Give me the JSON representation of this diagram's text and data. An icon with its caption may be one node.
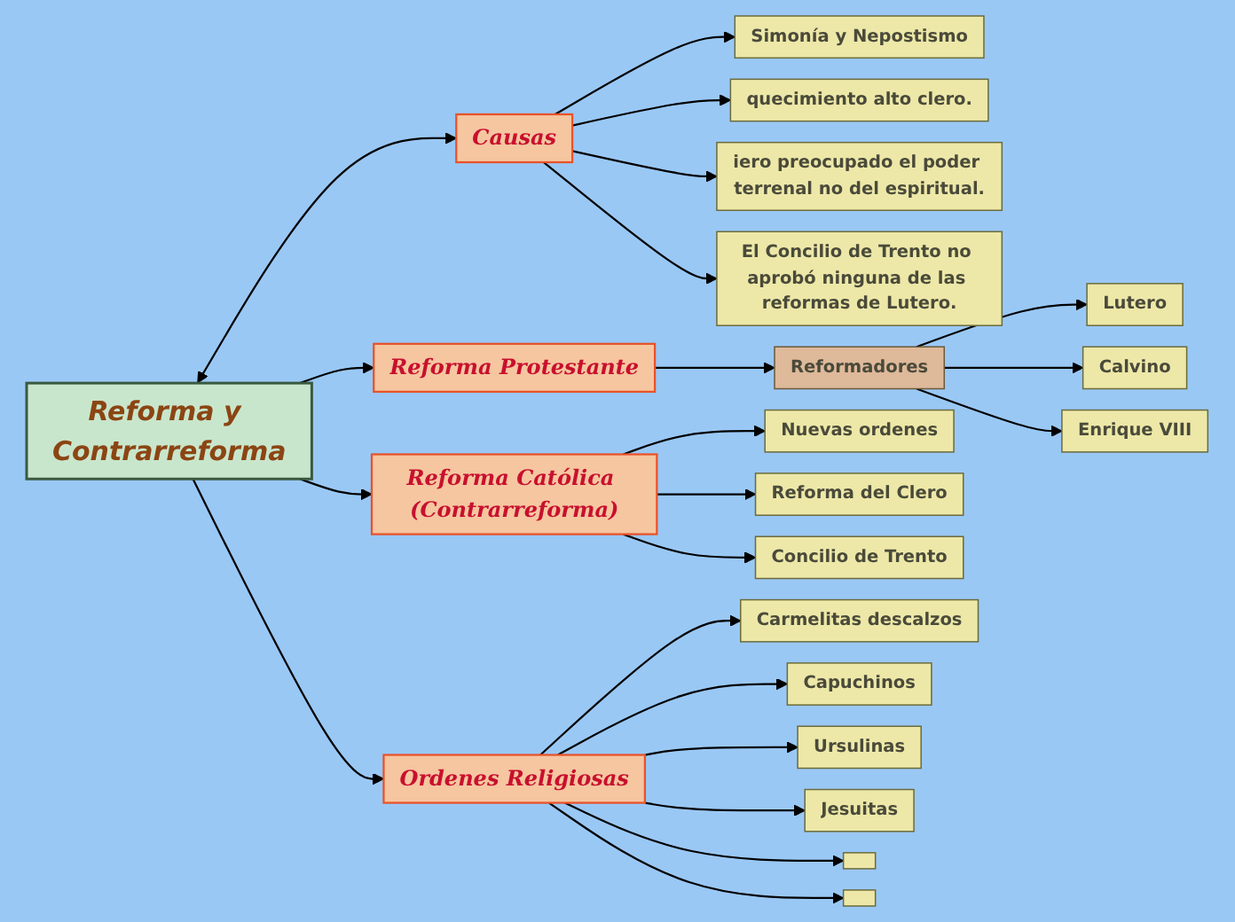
{
  "diagram": {
    "nodes": [
      {
        "text": [
          "Reforma y Contrarreforma"
        ]
      },
      {
        "text": [
          "Causas"
        ]
      },
      {
        "text": [
          "Simonía y Nepostismo"
        ]
      },
      {
        "text": [
          "quecimiento alto clero."
        ]
      },
      {
        "text": [
          "iero preocupado el poder terrenal no del espiritual."
        ]
      },
      {
        "text": [
          "El Concilio de Trento no aprobó ninguna de las reformas de Lutero."
        ]
      },
      {
        "text": [
          "Reforma Protestante"
        ]
      },
      {
        "text": [
          "Reformadores"
        ]
      },
      {
        "text": [
          "Lutero"
        ]
      },
      {
        "text": [
          "Calvino"
        ]
      },
      {
        "text": [
          "Enrique VIII"
        ]
      },
      {
        "text": [
          "Reforma Católica (Contrarreforma)"
        ]
      },
      {
        "text": [
          "Nuevas ordenes"
        ]
      },
      {
        "text": [
          "Reforma del Clero"
        ]
      },
      {
        "text": [
          "Concilio de Trento"
        ]
      },
      {
        "text": [
          "Ordenes Religiosas"
        ]
      },
      {
        "text": [
          "Carmelitas descalzos"
        ]
      },
      {
        "text": [
          "Capuchinos"
        ]
      },
      {
        "text": [
          "Ursulinas"
        ]
      },
      {
        "text": [
          "Jesuitas"
        ]
      },
      {
        "text": [],
        "shape": "box"
      },
      {
        "text": [],
        "shape": "box"
      }
    ],
    "edges": [
      {
        "from": 0,
        "to": 1,
        "arrow": "both"
      },
      {
        "from": 0,
        "to": 15,
        "arrow": "to"
      },
      {
        "from": 1,
        "to": 2,
        "arrow": "to"
      },
      {
        "from": 1,
        "to": 3,
        "arrow": "to"
      },
      {
        "from": 1,
        "to": 4,
        "arrow": "to"
      },
      {
        "from": 1,
        "to": 5,
        "arrow": "to"
      },
      {
        "from": 0,
        "to": 6,
        "arrow": "to"
      },
      {
        "from": 0,
        "to": 11,
        "arrow": "to"
      },
      {
        "from": 6,
        "to": 7,
        "arrow": "to"
      },
      {
        "from": 7,
        "to": 8,
        "arrow": "to"
      },
      {
        "from": 7,
        "to": 9,
        "arrow": "to"
      },
      {
        "from": 7,
        "to": 10,
        "arrow": "to"
      },
      {
        "from": 11,
        "to": 12,
        "arrow": "to"
      },
      {
        "from": 11,
        "to": 13,
        "arrow": "to"
      },
      {
        "from": 11,
        "to": 14,
        "arrow": "to"
      },
      {
        "from": 15,
        "to": 16,
        "arrow": "to"
      },
      {
        "from": 15,
        "to": 17,
        "arrow": "to"
      },
      {
        "from": 15,
        "to": 18,
        "arrow": "to"
      },
      {
        "from": 15,
        "to": 19,
        "arrow": "to"
      },
      {
        "from": 15,
        "to": 20,
        "arrow": "to"
      },
      {
        "from": 15,
        "to": 21,
        "arrow": "to"
      }
    ]
  }
}
